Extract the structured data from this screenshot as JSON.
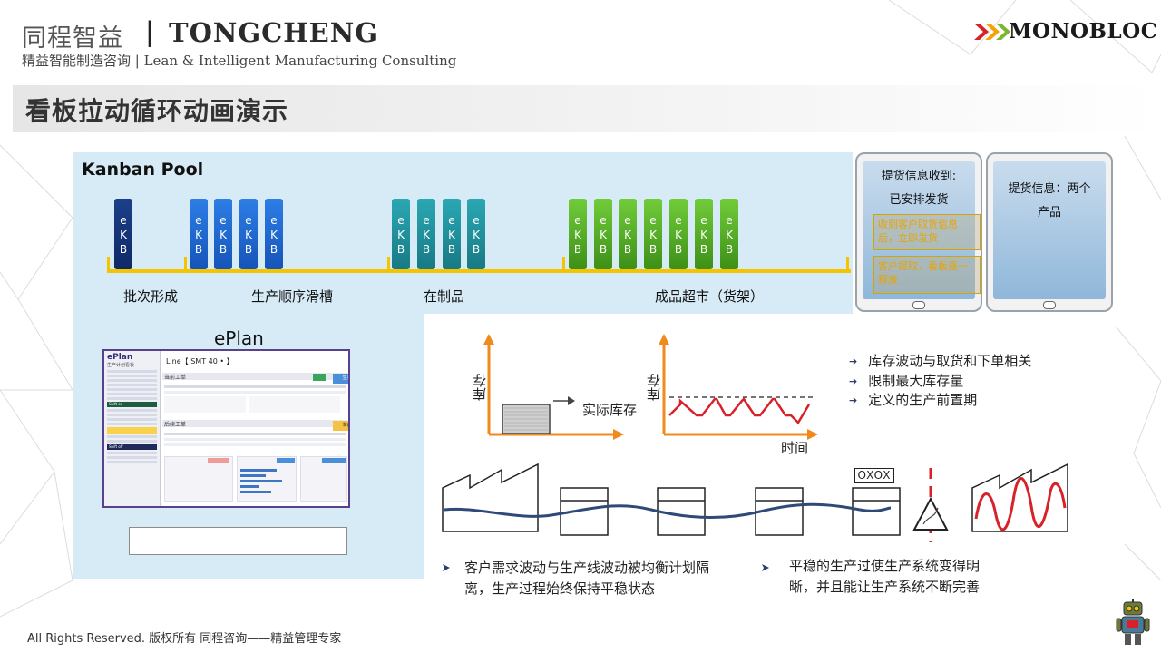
{
  "brand": {
    "cn": "同程智益",
    "separator": "|",
    "en": "TONGCHENG",
    "subtitle": "精益智能制造咨询 | Lean & Intelligent Manufacturing Consulting",
    "partner_logo": "MONOBLOC"
  },
  "page_title": "看板拉动循环动画演示",
  "kanban_pool": {
    "title": "Kanban Pool",
    "card_letters": [
      "e",
      "K",
      "B"
    ],
    "zones": [
      {
        "label": "批次形成",
        "cards": 1,
        "color": "navy"
      },
      {
        "label": "生产顺序滑槽",
        "cards": 4,
        "color": "blue"
      },
      {
        "label": "在制品",
        "cards": 4,
        "color": "teal"
      },
      {
        "label": "成品超市（货架）",
        "cards": 7,
        "color": "green"
      }
    ]
  },
  "tablets": {
    "left": {
      "message": "提货信息收到：已安排发货",
      "line1": "提货信息收到:",
      "line2": "已安排发货",
      "box1": "收到客户取货信息后，立即发货",
      "box2": "客户提取，看板逐一释放"
    },
    "right": {
      "line1": "提货信息：两个",
      "line2": "产品"
    }
  },
  "eplan": {
    "title": "ePlan",
    "app_name": "ePlan",
    "app_sub": "生产计划看板",
    "line_label": "Line【  SMT 40 •  】",
    "current_job": "当前工单",
    "next_job": "后续工单",
    "status1": "生产中",
    "status2": "准备中",
    "shift_on": "Shift on",
    "shift_off": "Shift off"
  },
  "charts": {
    "y_label": "库存",
    "actual_inventory": "实际库存",
    "time_label": "时间"
  },
  "bullets": [
    "库存波动与取货和下单相关",
    "限制最大库存量",
    "定义的生产前置期"
  ],
  "oxox": "OXOX",
  "paragraphs": {
    "left": "客户需求波动与生产线波动被均衡计划隔离，生产过程始终保持平稳状态",
    "left_l1": "客户需求波动与生产线波动被均衡计划隔",
    "left_l2": "离，生产过程始终保持平稳状态",
    "right_l1": "平稳的生产过使生产系统变得明",
    "right_l2": "晰，并且能让生产系统不断完善"
  },
  "footer": "All Rights Reserved. 版权所有    同程咨询——精益管理专家",
  "colors": {
    "rail": "#f4c400",
    "panel": "#d7ebf7",
    "navy": "#0e2a66",
    "blue": "#1554b8",
    "teal": "#177984",
    "green": "#3d8f17",
    "arrow_orange": "#f08a1c",
    "wave_red": "#d8222a",
    "wave_blue": "#2e4a78"
  }
}
